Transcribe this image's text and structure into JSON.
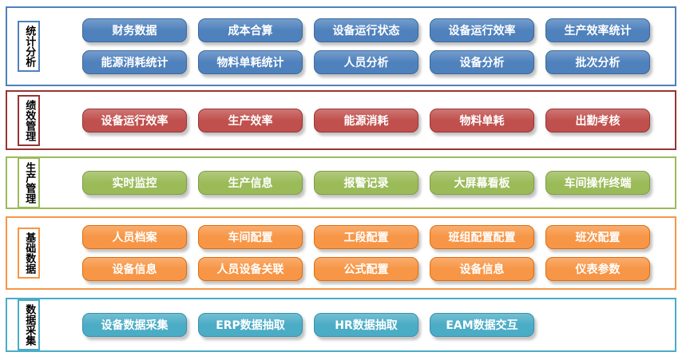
{
  "diagram": {
    "sections": [
      {
        "id": "statistics-analysis",
        "label": "统计分析",
        "colors": {
          "frame": "#4F81BD",
          "button": "#4F81BD",
          "button_border": "#3A6A9E"
        },
        "rows": [
          [
            "财务数据",
            "成本合算",
            "设备运行状态",
            "设备运行效率",
            "生产效率统计"
          ],
          [
            "能源消耗统计",
            "物料单耗统计",
            "人员分析",
            "设备分析",
            "批次分析"
          ]
        ]
      },
      {
        "id": "performance-management",
        "label": "绩效管理",
        "colors": {
          "frame": "#943634",
          "button": "#C0504D",
          "button_border": "#953735"
        },
        "rows": [
          [
            "设备运行效率",
            "生产效率",
            "能源消耗",
            "物料单耗",
            "出勤考核"
          ]
        ]
      },
      {
        "id": "production-management",
        "label": "生产管理",
        "colors": {
          "frame": "#9BBB59",
          "button": "#9BBB59",
          "button_border": "#7E9E44"
        },
        "rows": [
          [
            "实时监控",
            "生产信息",
            "报警记录",
            "大屏幕看板",
            "车间操作终端"
          ]
        ]
      },
      {
        "id": "basic-data",
        "label": "基础数据",
        "colors": {
          "frame": "#F79646",
          "button": "#F79646",
          "button_border": "#E36C0A"
        },
        "rows": [
          [
            "人员档案",
            "车间配置",
            "工段配置",
            "班组配置配置",
            "班次配置"
          ],
          [
            "设备信息",
            "人员设备关联",
            "公式配置",
            "设备信息",
            "仪表参数"
          ]
        ]
      },
      {
        "id": "data-collection",
        "label": "数据采集",
        "colors": {
          "frame": "#4BACC6",
          "button": "#4BACC6",
          "button_border": "#3992AC"
        },
        "rows": [
          [
            "设备数据采集",
            "ERP数据抽取",
            "HR数据抽取",
            "EAM数据交互"
          ]
        ]
      }
    ]
  }
}
